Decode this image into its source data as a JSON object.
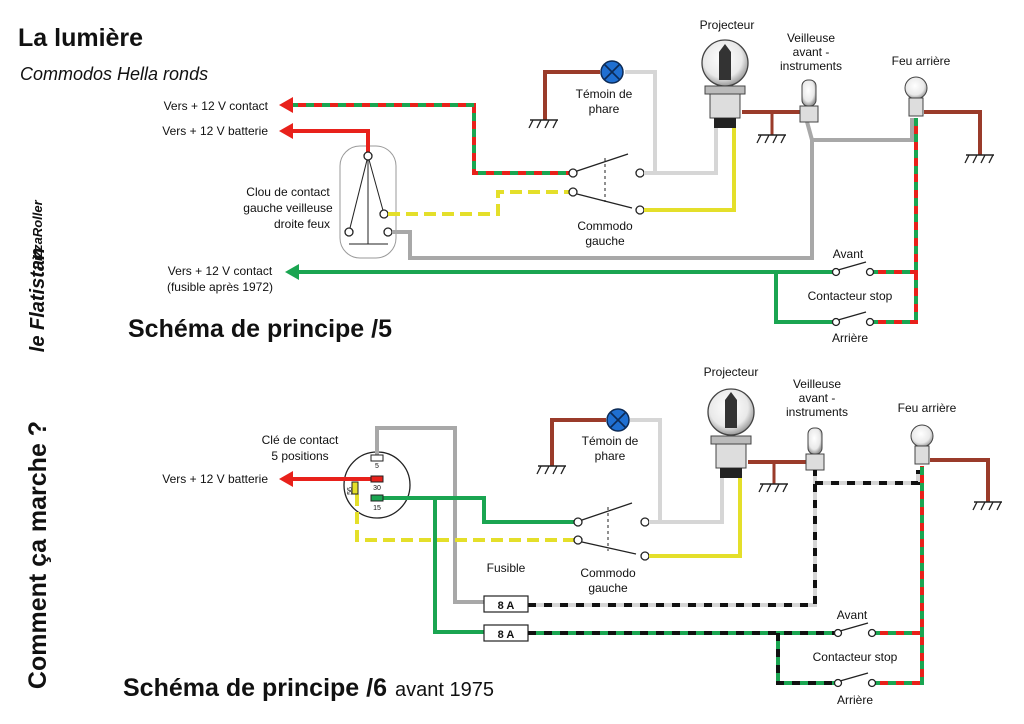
{
  "header": {
    "title": "La lumière",
    "subtitle": "Commodos Hella ronds"
  },
  "side": {
    "vertical_title": "Comment ça marche ?",
    "logo_brand": "PizzaRoller",
    "logo_script": "le Flatistan"
  },
  "colors": {
    "red": "#e8211b",
    "green": "#1aa551",
    "yellow": "#e4df2a",
    "gray": "#a8a8a8",
    "lightgray": "#d6d6d6",
    "brown": "#9a3b2a",
    "black": "#111111",
    "blue": "#1f6fd1"
  },
  "diagram1": {
    "title": "Schéma de principe /5",
    "vers_contact": "Vers + 12 V contact",
    "vers_batterie": "Vers + 12 V batterie",
    "vers_contact_fuse_1": "Vers + 12 V contact",
    "vers_contact_fuse_2": "(fusible après 1972)",
    "clou_1": "Clou de contact",
    "clou_2": "gauche veilleuse",
    "clou_3": "droite feux",
    "temoin_1": "Témoin de",
    "temoin_2": "phare",
    "commodo_1": "Commodo",
    "commodo_2": "gauche",
    "projecteur": "Projecteur",
    "veilleuse_1": "Veilleuse",
    "veilleuse_2": "avant -",
    "veilleuse_3": "instruments",
    "feu_arriere": "Feu arrière",
    "avant": "Avant",
    "contacteur_stop": "Contacteur stop",
    "arriere": "Arrière"
  },
  "diagram2": {
    "title": "Schéma de principe /6",
    "title_suffix": "avant 1975",
    "cle_1": "Clé de contact",
    "cle_2": "5 positions",
    "vers_batterie": "Vers + 12 V batterie",
    "key_terminals": [
      "5",
      "30",
      "15",
      "56"
    ],
    "temoin_1": "Témoin de",
    "temoin_2": "phare",
    "commodo_1": "Commodo",
    "commodo_2": "gauche",
    "projecteur": "Projecteur",
    "veilleuse_1": "Veilleuse",
    "veilleuse_2": "avant -",
    "veilleuse_3": "instruments",
    "feu_arriere": "Feu arrière",
    "fusible": "Fusible",
    "fuse_1": "8 A",
    "fuse_2": "8 A",
    "avant": "Avant",
    "contacteur_stop": "Contacteur stop",
    "arriere": "Arrière"
  }
}
